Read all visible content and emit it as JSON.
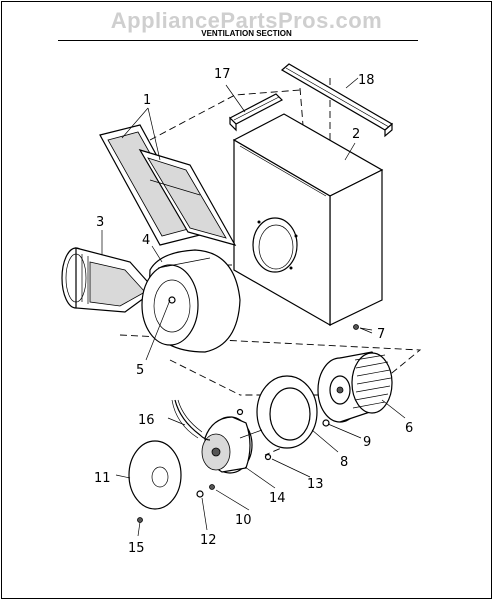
{
  "watermark": "AppliancePartsPros.com",
  "title": "VENTILATION SECTION",
  "callouts": {
    "c1": "1",
    "c2": "2",
    "c3": "3",
    "c4": "4",
    "c5": "5",
    "c6": "6",
    "c7": "7",
    "c8": "8",
    "c9": "9",
    "c10": "10",
    "c11": "11",
    "c12": "12",
    "c13": "13",
    "c14": "14",
    "c15": "15",
    "c16": "16",
    "c17": "17",
    "c18": "18"
  }
}
